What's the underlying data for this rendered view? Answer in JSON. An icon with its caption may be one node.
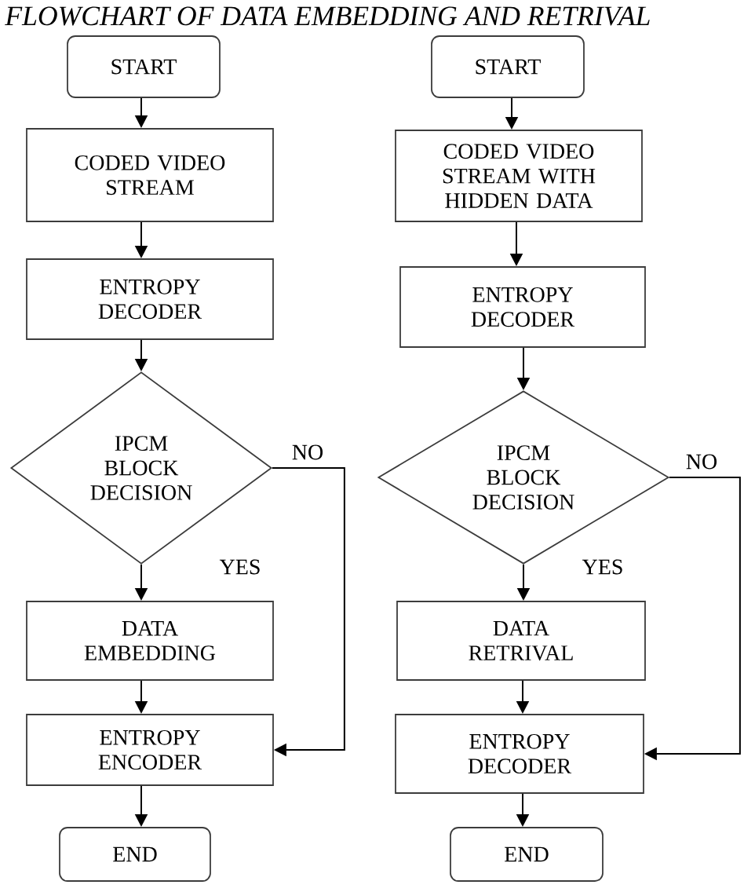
{
  "diagram": {
    "title": "FLOWCHART OF DATA EMBEDDING AND RETRIVAL",
    "nodes": [
      {
        "text": [
          "START"
        ]
      },
      {
        "text": [
          "CODED VIDEO STREAM"
        ]
      },
      {
        "text": [
          "ENTROPY DECODER"
        ]
      },
      {
        "text": [
          "IPCM BLOCK DECISION"
        ]
      },
      {
        "text": [
          "DATA EMBEDDING"
        ]
      },
      {
        "text": [
          "ENTROPY ENCODER"
        ]
      },
      {
        "text": [
          "END"
        ]
      },
      {
        "text": [
          "START"
        ]
      },
      {
        "text": [
          "CODED VIDEO STREAM WITH HIDDEN DATA"
        ]
      },
      {
        "text": [
          "ENTROPY DECODER"
        ]
      },
      {
        "text": [
          "IPCM BLOCK DECISION"
        ]
      },
      {
        "text": [
          "DATA RETRIVAL"
        ]
      },
      {
        "text": [
          "ENTROPY DECODER"
        ]
      },
      {
        "text": [
          "END"
        ]
      }
    ],
    "edges": [
      {
        "from": 0,
        "to": 1,
        "arrow": "to"
      },
      {
        "from": 1,
        "to": 2,
        "arrow": "to"
      },
      {
        "from": 2,
        "to": 3,
        "arrow": "to"
      },
      {
        "from": 3,
        "to": 4,
        "arrow": "to",
        "label": "YES"
      },
      {
        "from": 3,
        "to": 5,
        "arrow": "to",
        "label": "NO"
      },
      {
        "from": 4,
        "to": 5,
        "arrow": "to"
      },
      {
        "from": 5,
        "to": 6,
        "arrow": "to"
      },
      {
        "from": 7,
        "to": 8,
        "arrow": "to"
      },
      {
        "from": 8,
        "to": 9,
        "arrow": "to"
      },
      {
        "from": 9,
        "to": 10,
        "arrow": "to"
      },
      {
        "from": 10,
        "to": 11,
        "arrow": "to",
        "label": "YES"
      },
      {
        "from": 10,
        "to": 12,
        "arrow": "to",
        "label": "NO"
      },
      {
        "from": 11,
        "to": 12,
        "arrow": "to"
      },
      {
        "from": 12,
        "to": 13,
        "arrow": "to"
      }
    ]
  }
}
